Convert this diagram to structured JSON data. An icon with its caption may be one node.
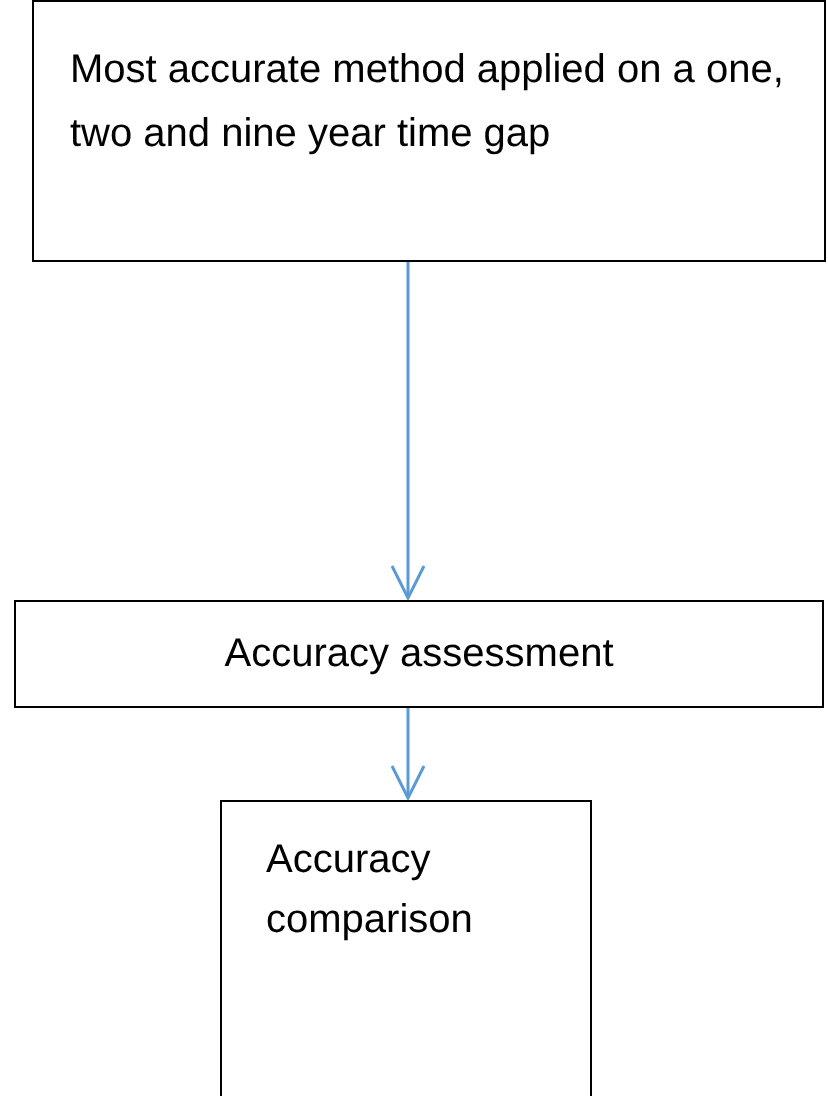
{
  "diagram": {
    "nodes": [
      {
        "text": [
          "Most accurate method applied on a one, two and nine year time gap"
        ]
      },
      {
        "text": [
          "Accuracy assessment"
        ]
      },
      {
        "text": [
          "Accuracy comparison"
        ]
      }
    ],
    "edges": [
      {
        "from": 0,
        "to": 1,
        "arrow": "to"
      },
      {
        "from": 1,
        "to": 2,
        "arrow": "to"
      }
    ]
  }
}
